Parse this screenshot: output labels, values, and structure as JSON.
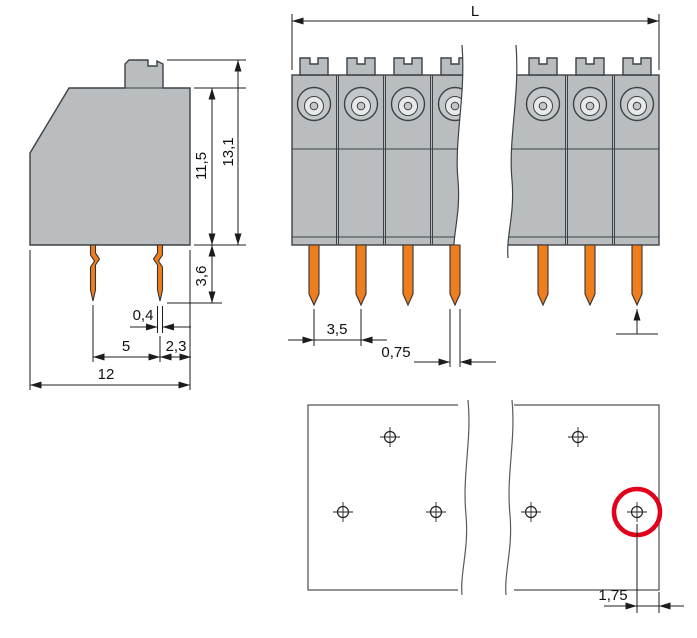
{
  "colors": {
    "housing_gray": "#b9bdbf",
    "outline": "#3c4246",
    "pin_orange": "#ee7d1e",
    "dimension_line": "#1c1c1c",
    "highlight_red": "#e2001a",
    "background": "#ffffff"
  },
  "side_view": {
    "dims": {
      "housing_height": "11,5",
      "total_height": "13,1",
      "pin_protrusion": "3,6",
      "pin_thickness": "0,4",
      "pin_spacing": "5",
      "pin_to_edge": "2,3",
      "depth": "12"
    }
  },
  "front_view": {
    "dims": {
      "overall_length": "L",
      "pitch": "3,5",
      "pin_width": "0,75"
    }
  },
  "drilling_plan": {
    "dims": {
      "hole_to_edge": "1,75"
    }
  }
}
